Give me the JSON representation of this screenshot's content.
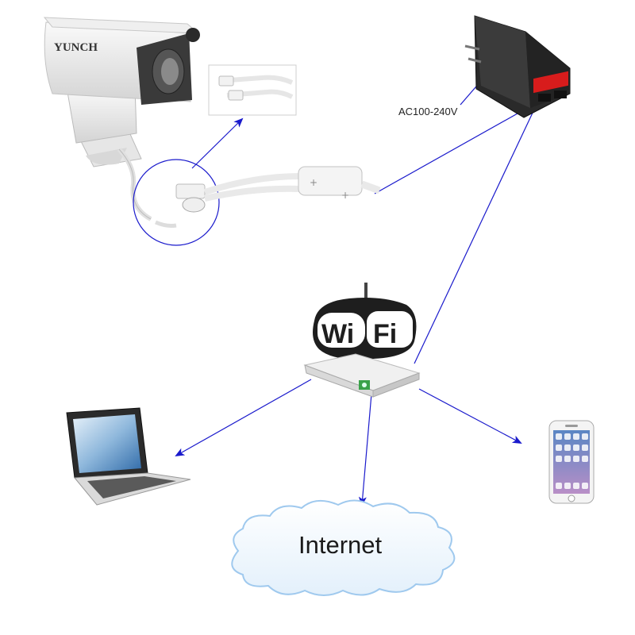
{
  "camera": {
    "brand": "YUNCH"
  },
  "adapter": {
    "voltage_label": "AC100-240V"
  },
  "router": {
    "wifi_badge": {
      "left": "Wi",
      "right": "Fi"
    }
  },
  "cloud": {
    "label": "Internet"
  },
  "colors": {
    "connector_line": "#1a1acc",
    "cloud_stroke": "#9fc9ee",
    "poe_red": "#d81c1c"
  }
}
